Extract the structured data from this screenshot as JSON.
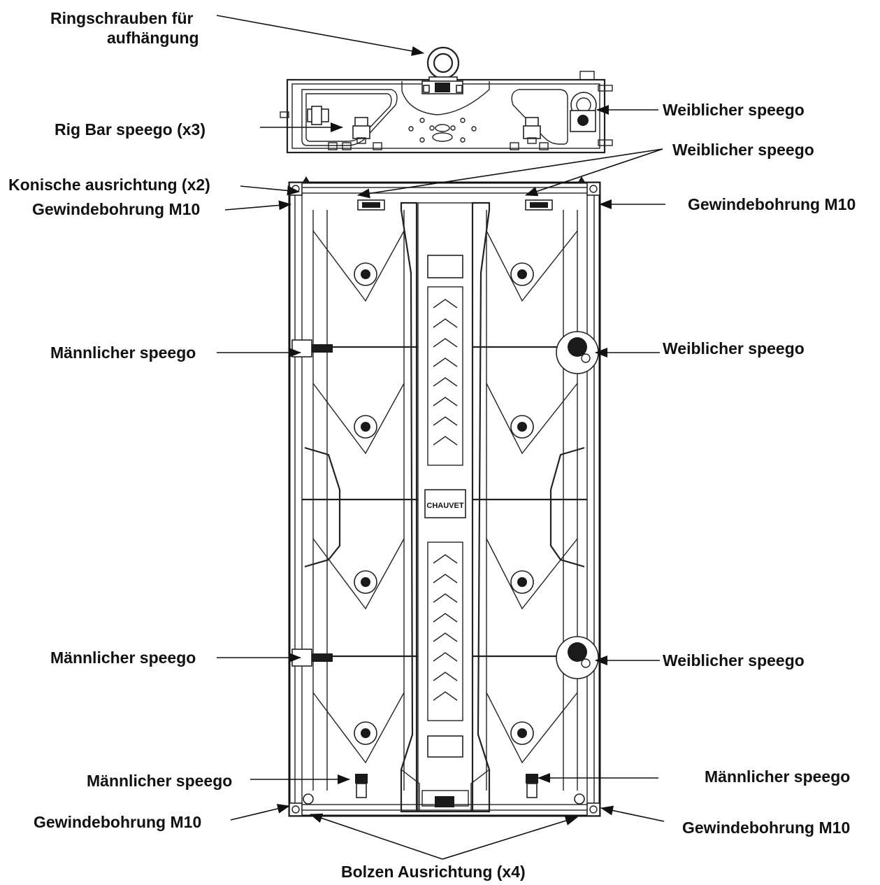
{
  "labels": {
    "ring_bolts": "Ringschrauben für",
    "ring_bolts_2": "aufhängung",
    "rig_bar_speego": "Rig Bar speego (x3)",
    "female_speego_top_right": "Weiblicher speego",
    "female_speego_upper": "Weiblicher speego",
    "conical_alignment": "Konische ausrichtung (x2)",
    "threaded_hole_top_left": "Gewindebohrung M10",
    "threaded_hole_top_right": "Gewindebohrung M10",
    "male_speego_left_upper": "Männlicher speego",
    "female_speego_right_upper": "Weiblicher speego",
    "male_speego_left_lower": "Männlicher speego",
    "female_speego_right_lower": "Weiblicher speego",
    "male_speego_bottom_left": "Männlicher speego",
    "male_speego_bottom_right": "Männlicher speego",
    "threaded_hole_bottom_left": "Gewindebohrung M10",
    "threaded_hole_bottom_right": "Gewindebohrung M10",
    "bolt_alignment": "Bolzen Ausrichtung (x4)"
  },
  "panel": {
    "logo_text": "CHAUVET"
  }
}
